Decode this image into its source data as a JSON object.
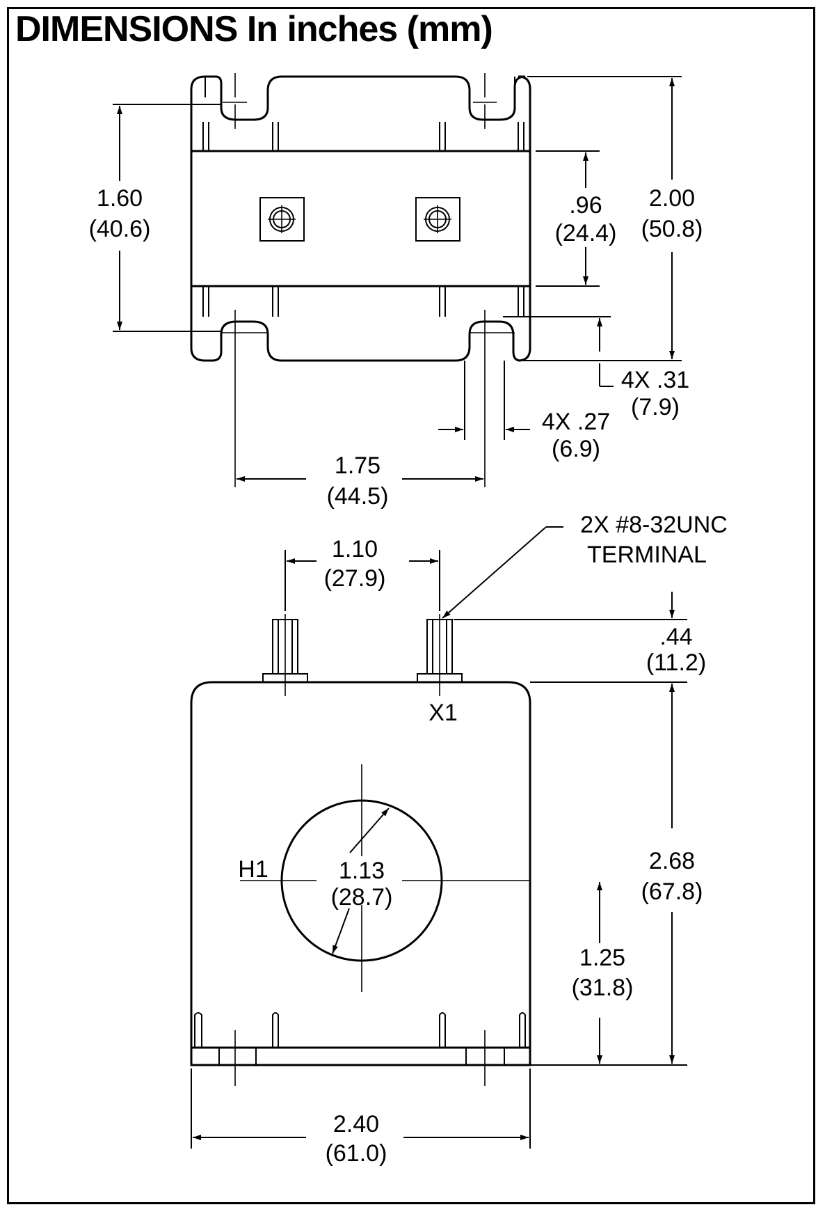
{
  "title": "DIMENSIONS In inches (mm)",
  "top_view": {
    "height_inner": {
      "in": "1.60",
      "mm": "(40.6)"
    },
    "band_height": {
      "in": ".96",
      "mm": "(24.4)"
    },
    "height_total": {
      "in": "2.00",
      "mm": "(50.8)"
    },
    "slot_depth": {
      "in": "4X .31",
      "mm": "(7.9)"
    },
    "slot_width": {
      "in": "4X .27",
      "mm": "(6.9)"
    },
    "slot_spacing": {
      "in": "1.75",
      "mm": "(44.5)"
    }
  },
  "front_view": {
    "terminal_spacing": {
      "in": "1.10",
      "mm": "(27.9)"
    },
    "terminal_note": {
      "line1": "2X #8-32UNC",
      "line2": "TERMINAL"
    },
    "terminal_height": {
      "in": ".44",
      "mm": "(11.2)"
    },
    "x1_label": "X1",
    "h1_label": "H1",
    "window_diameter": {
      "in": "1.13",
      "mm": "(28.7)"
    },
    "height_total": {
      "in": "2.68",
      "mm": "(67.8)"
    },
    "center_height": {
      "in": "1.25",
      "mm": "(31.8)"
    },
    "width_total": {
      "in": "2.40",
      "mm": "(61.0)"
    }
  }
}
